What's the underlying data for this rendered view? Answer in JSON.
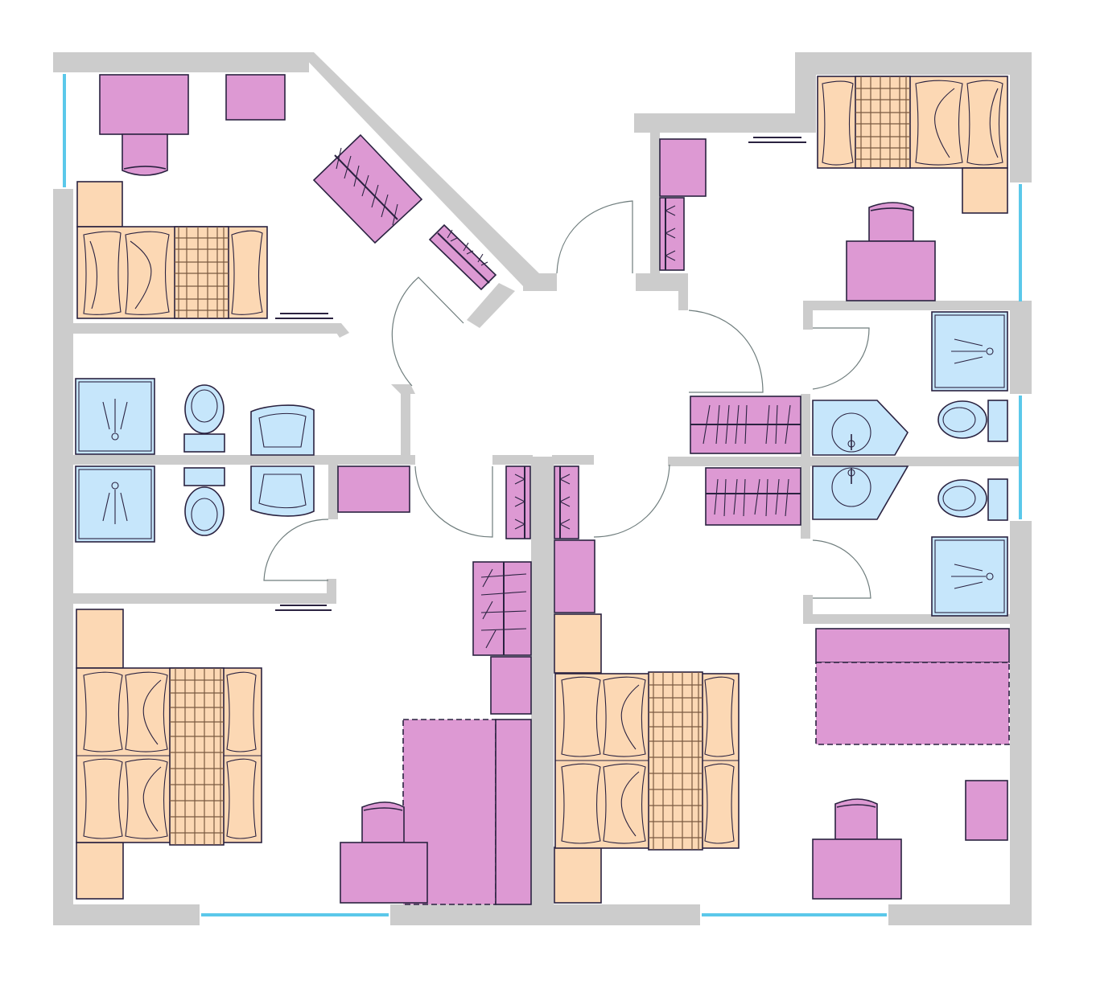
{
  "colors": {
    "wall": "#cccccc",
    "window": "#5bc8ea",
    "furniture": "#dd99d3",
    "bed": "#fcd8b4",
    "sanitary": "#c6e6fb",
    "outline": "#2a2240",
    "door_swing": "#6f7d7d"
  },
  "rooms": [
    {
      "name": "bedroom-top-left",
      "bed": "single"
    },
    {
      "name": "bedroom-top-right",
      "bed": "single"
    },
    {
      "name": "bedroom-bottom-left",
      "bed": "double"
    },
    {
      "name": "bedroom-bottom-center",
      "bed": "double"
    },
    {
      "name": "bedroom-bottom-right",
      "bed": "none"
    }
  ],
  "bathrooms": [
    {
      "name": "bathroom-left-upper",
      "fixtures": [
        "shower",
        "toilet",
        "sink"
      ]
    },
    {
      "name": "bathroom-left-lower",
      "fixtures": [
        "shower",
        "toilet",
        "sink"
      ]
    },
    {
      "name": "bathroom-right-upper",
      "fixtures": [
        "shower",
        "toilet",
        "sink"
      ]
    },
    {
      "name": "bathroom-right-lower",
      "fixtures": [
        "shower",
        "toilet",
        "sink"
      ]
    }
  ],
  "icons": [
    "wardrobe-icon",
    "bed-icon",
    "desk-icon",
    "chair-icon",
    "shower-icon",
    "toilet-icon",
    "sink-icon",
    "door-swing-icon",
    "radiator-icon",
    "window-icon"
  ]
}
